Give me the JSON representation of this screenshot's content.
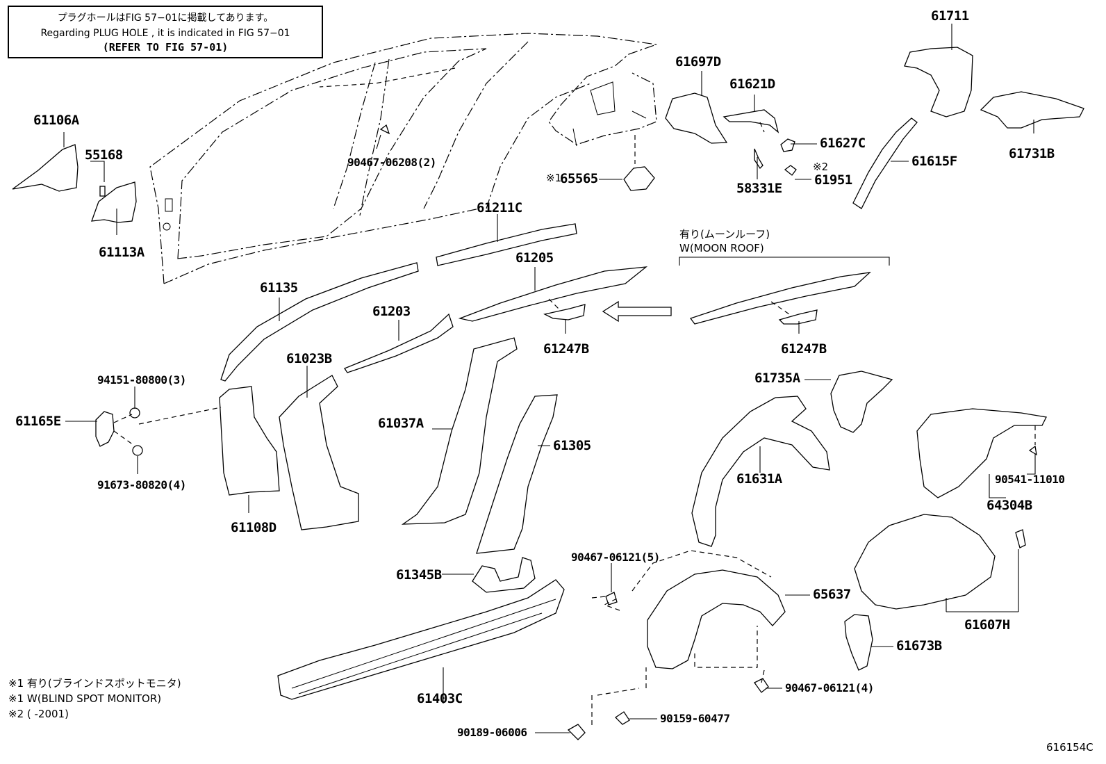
{
  "notice": {
    "line_jp": "プラグホールはFIG 57−01に掲載してあります。",
    "line_en": "Regarding PLUG HOLE , it is indicated in FIG 57−01",
    "line_ref": "(REFER TO FIG 57-01)"
  },
  "moon_roof_note": {
    "jp": "有り(ムーンルーフ)",
    "en": "W(MOON ROOF)"
  },
  "footnotes": [
    "※1 有り(ブラインドスポットモニタ)",
    "※1 W(BLIND SPOT MONITOR)",
    "※2 (       -2001)"
  ],
  "marks": {
    "m1": "※1",
    "m2": "※2"
  },
  "figure_code": "616154C",
  "part_labels": {
    "p61106A": "61106A",
    "p55168": "55168",
    "p61113A": "61113A",
    "p90467_06208": "90467-06208(2)",
    "p61697D": "61697D",
    "p61621D": "61621D",
    "p61627C": "61627C",
    "p65565": "65565",
    "p58331E": "58331E",
    "p61951": "61951",
    "p61711": "61711",
    "p61615F": "61615F",
    "p61731B": "61731B",
    "p61211C": "61211C",
    "p61205": "61205",
    "p61135": "61135",
    "p61203": "61203",
    "p61247B_a": "61247B",
    "p61247B_b": "61247B",
    "p94151": "94151-80800(3)",
    "p61165E": "61165E",
    "p91673": "91673-80820(4)",
    "p61023B": "61023B",
    "p61108D": "61108D",
    "p61037A": "61037A",
    "p61305": "61305",
    "p61735A": "61735A",
    "p61631A": "61631A",
    "p90541": "90541-11010",
    "p64304B": "64304B",
    "p61345B": "61345B",
    "p90467_06121_5": "90467-06121(5)",
    "p65637": "65637",
    "p61607H": "61607H",
    "p61673B": "61673B",
    "p61403C": "61403C",
    "p90467_06121_4": "90467-06121(4)",
    "p90159": "90159-60477",
    "p90189": "90189-06006"
  }
}
